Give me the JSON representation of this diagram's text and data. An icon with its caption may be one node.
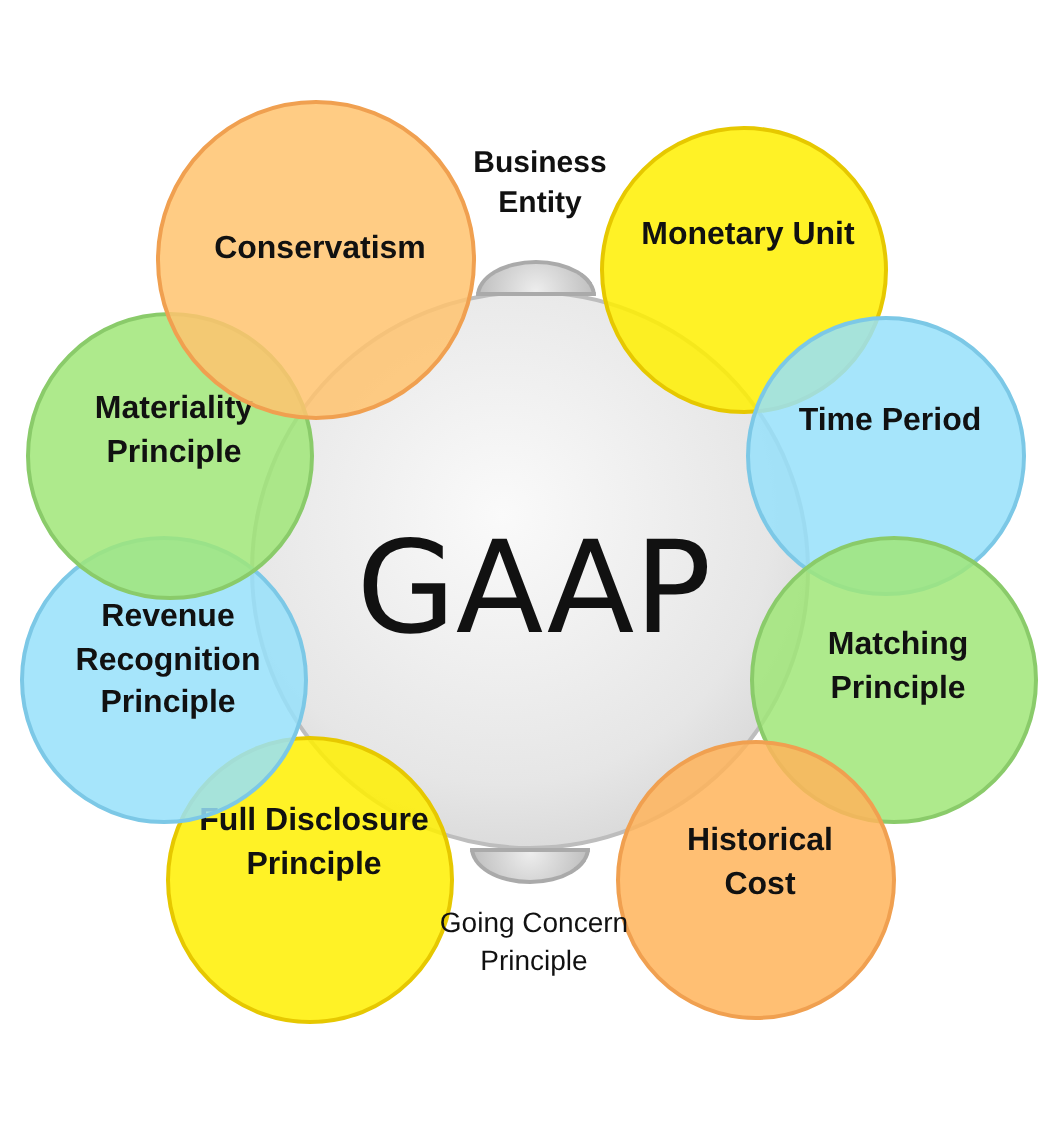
{
  "diagram": {
    "nodes": [
      {
        "text": [
          "GAAP"
        ]
      },
      {
        "text": [
          "Business Entity"
        ]
      },
      {
        "text": [
          "Monetary Unit"
        ]
      },
      {
        "text": [
          "Time Period"
        ]
      },
      {
        "text": [
          "Matching Principle"
        ]
      },
      {
        "text": [
          "Historical Cost"
        ]
      },
      {
        "text": [
          "Going Concern Principle"
        ]
      },
      {
        "text": [
          "Full Disclosure Principle"
        ]
      },
      {
        "text": [
          "Revenue Recognition Principle"
        ]
      },
      {
        "text": [
          "Materiality Principle"
        ]
      },
      {
        "text": [
          "Conservatism"
        ]
      }
    ]
  }
}
